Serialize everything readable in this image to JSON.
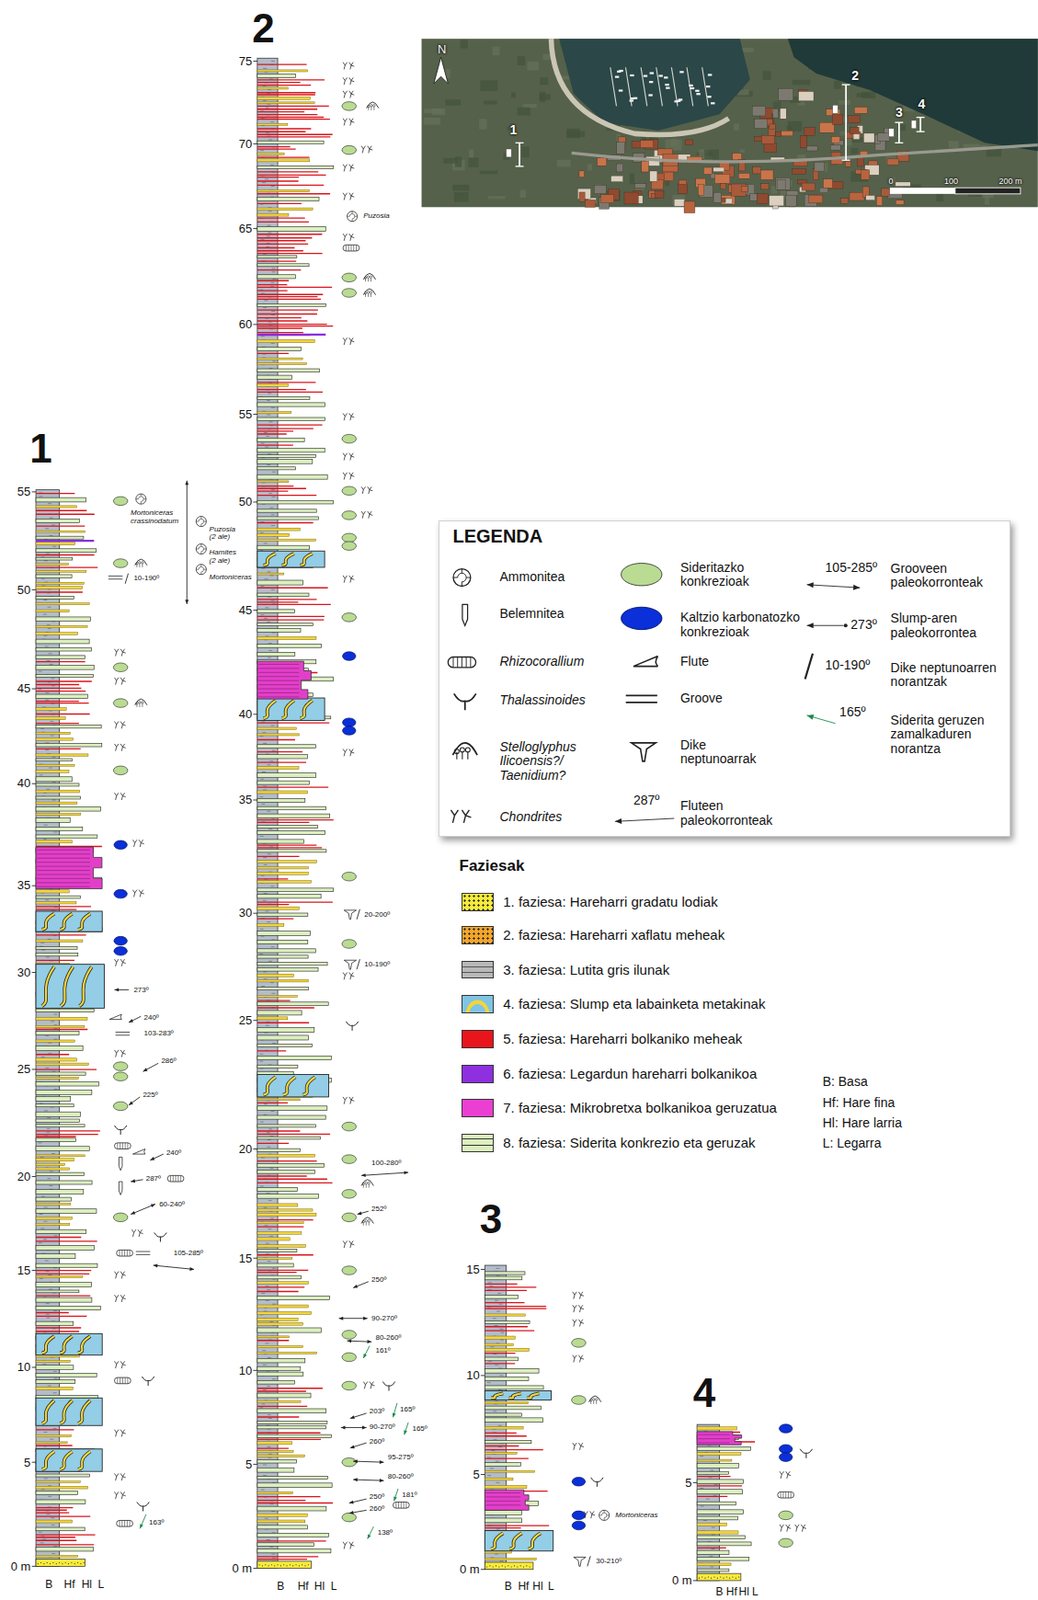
{
  "diagram": {
    "nodes": [
      {
        "text": [
          "LEGENDA"
        ]
      }
    ],
    "labels": [
      "1",
      "2",
      "3",
      "4",
      "0 m",
      "5",
      "10",
      "15",
      "20",
      "25",
      "30",
      "35",
      "40",
      "45",
      "50",
      "55",
      "B",
      "Hf",
      "Hl",
      "L",
      "0 m",
      "5",
      "10",
      "15",
      "20",
      "25",
      "30",
      "35",
      "40",
      "45",
      "50",
      "55",
      "60",
      "65",
      "70",
      "75",
      "B",
      "Hf",
      "Hl",
      "L",
      "0 m",
      "5",
      "10",
      "15",
      "B",
      "Hf",
      "Hl",
      "L",
      "0 m",
      "5",
      "B",
      "Hf",
      "Hl",
      "L",
      "Mortoniceras crassinodatum",
      "Puzosia (2 ale)",
      "Hamites (2 ale)",
      "Mortoniceras",
      "10-190º",
      "273º",
      "240º",
      "103-283º",
      "286º",
      "225º",
      "240º",
      "287º",
      "60-240º",
      "105-285º",
      "163º",
      "Puzosia",
      "20-200º",
      "10-190º",
      "100-280º",
      "252º",
      "250º",
      "90-270º",
      "80-260º",
      "161º",
      "203º",
      "165º",
      "90-270º",
      "165º",
      "260º",
      "95-275º",
      "80-260º",
      "181º",
      "250º",
      "260º",
      "138º",
      "Mortoniceras",
      "30-210º",
      "N",
      "1",
      "2",
      "3",
      "4",
      "0",
      "100",
      "200 m",
      "105-285º",
      "273º",
      "10-190º",
      "165º",
      "287º",
      "Faziesak",
      "B: Basa",
      "Hf: Hare fina",
      "Hl: Hare larria",
      "L: Legarra"
    ],
    "legend": [
      {
        "text": "Ammonitea"
      },
      {
        "text": "Belemnitea"
      },
      {
        "text": "Rhizocorallium"
      },
      {
        "text": "Thalassinoides"
      },
      {
        "text": "Stelloglyphus Ilicoensis?/ Taenidium?"
      },
      {
        "text": "Chondrites"
      },
      {
        "text": "Sideritazko konkrezioak",
        "color": "#b9dc92"
      },
      {
        "text": "Kaltzio karbonatozko konkrezioak",
        "color": "#0b2fd8"
      },
      {
        "text": "Flute"
      },
      {
        "text": "Groove"
      },
      {
        "text": "Dike neptunoarrak"
      },
      {
        "text": "Fluteen paleokorronteak"
      },
      {
        "text": "Grooveen paleokorronteak"
      },
      {
        "text": "Slump-aren paleokorrontea"
      },
      {
        "text": "Dike neptunoarren norantzak"
      },
      {
        "text": "Siderita geruzen zamalkaduren norantza"
      },
      {
        "text": "1. faziesa: Hareharri gradatu lodiak",
        "color": "#f7ea3c"
      },
      {
        "text": "2. faziesa: Hareharri xaflatu meheak",
        "color": "#f4a52a"
      },
      {
        "text": "3. faziesa: Lutita gris ilunak",
        "color": "#b8b8b8"
      },
      {
        "text": "4. faziesa: Slump eta labainketa metakinak",
        "color": "#7fc4e4"
      },
      {
        "text": "5. faziesa: Hareharri bolkaniko meheak",
        "color": "#e8151b"
      },
      {
        "text": "6. faziesa: Legardun hareharri bolkanikoa",
        "color": "#8e2fe0"
      },
      {
        "text": "7. faziesa: Mikrobretxa bolkanikoa geruzatua",
        "color": "#ea3fd2"
      },
      {
        "text": "8. faziesa: Siderita konkrezio eta geruzak",
        "color": "#dcefbf"
      }
    ]
  }
}
